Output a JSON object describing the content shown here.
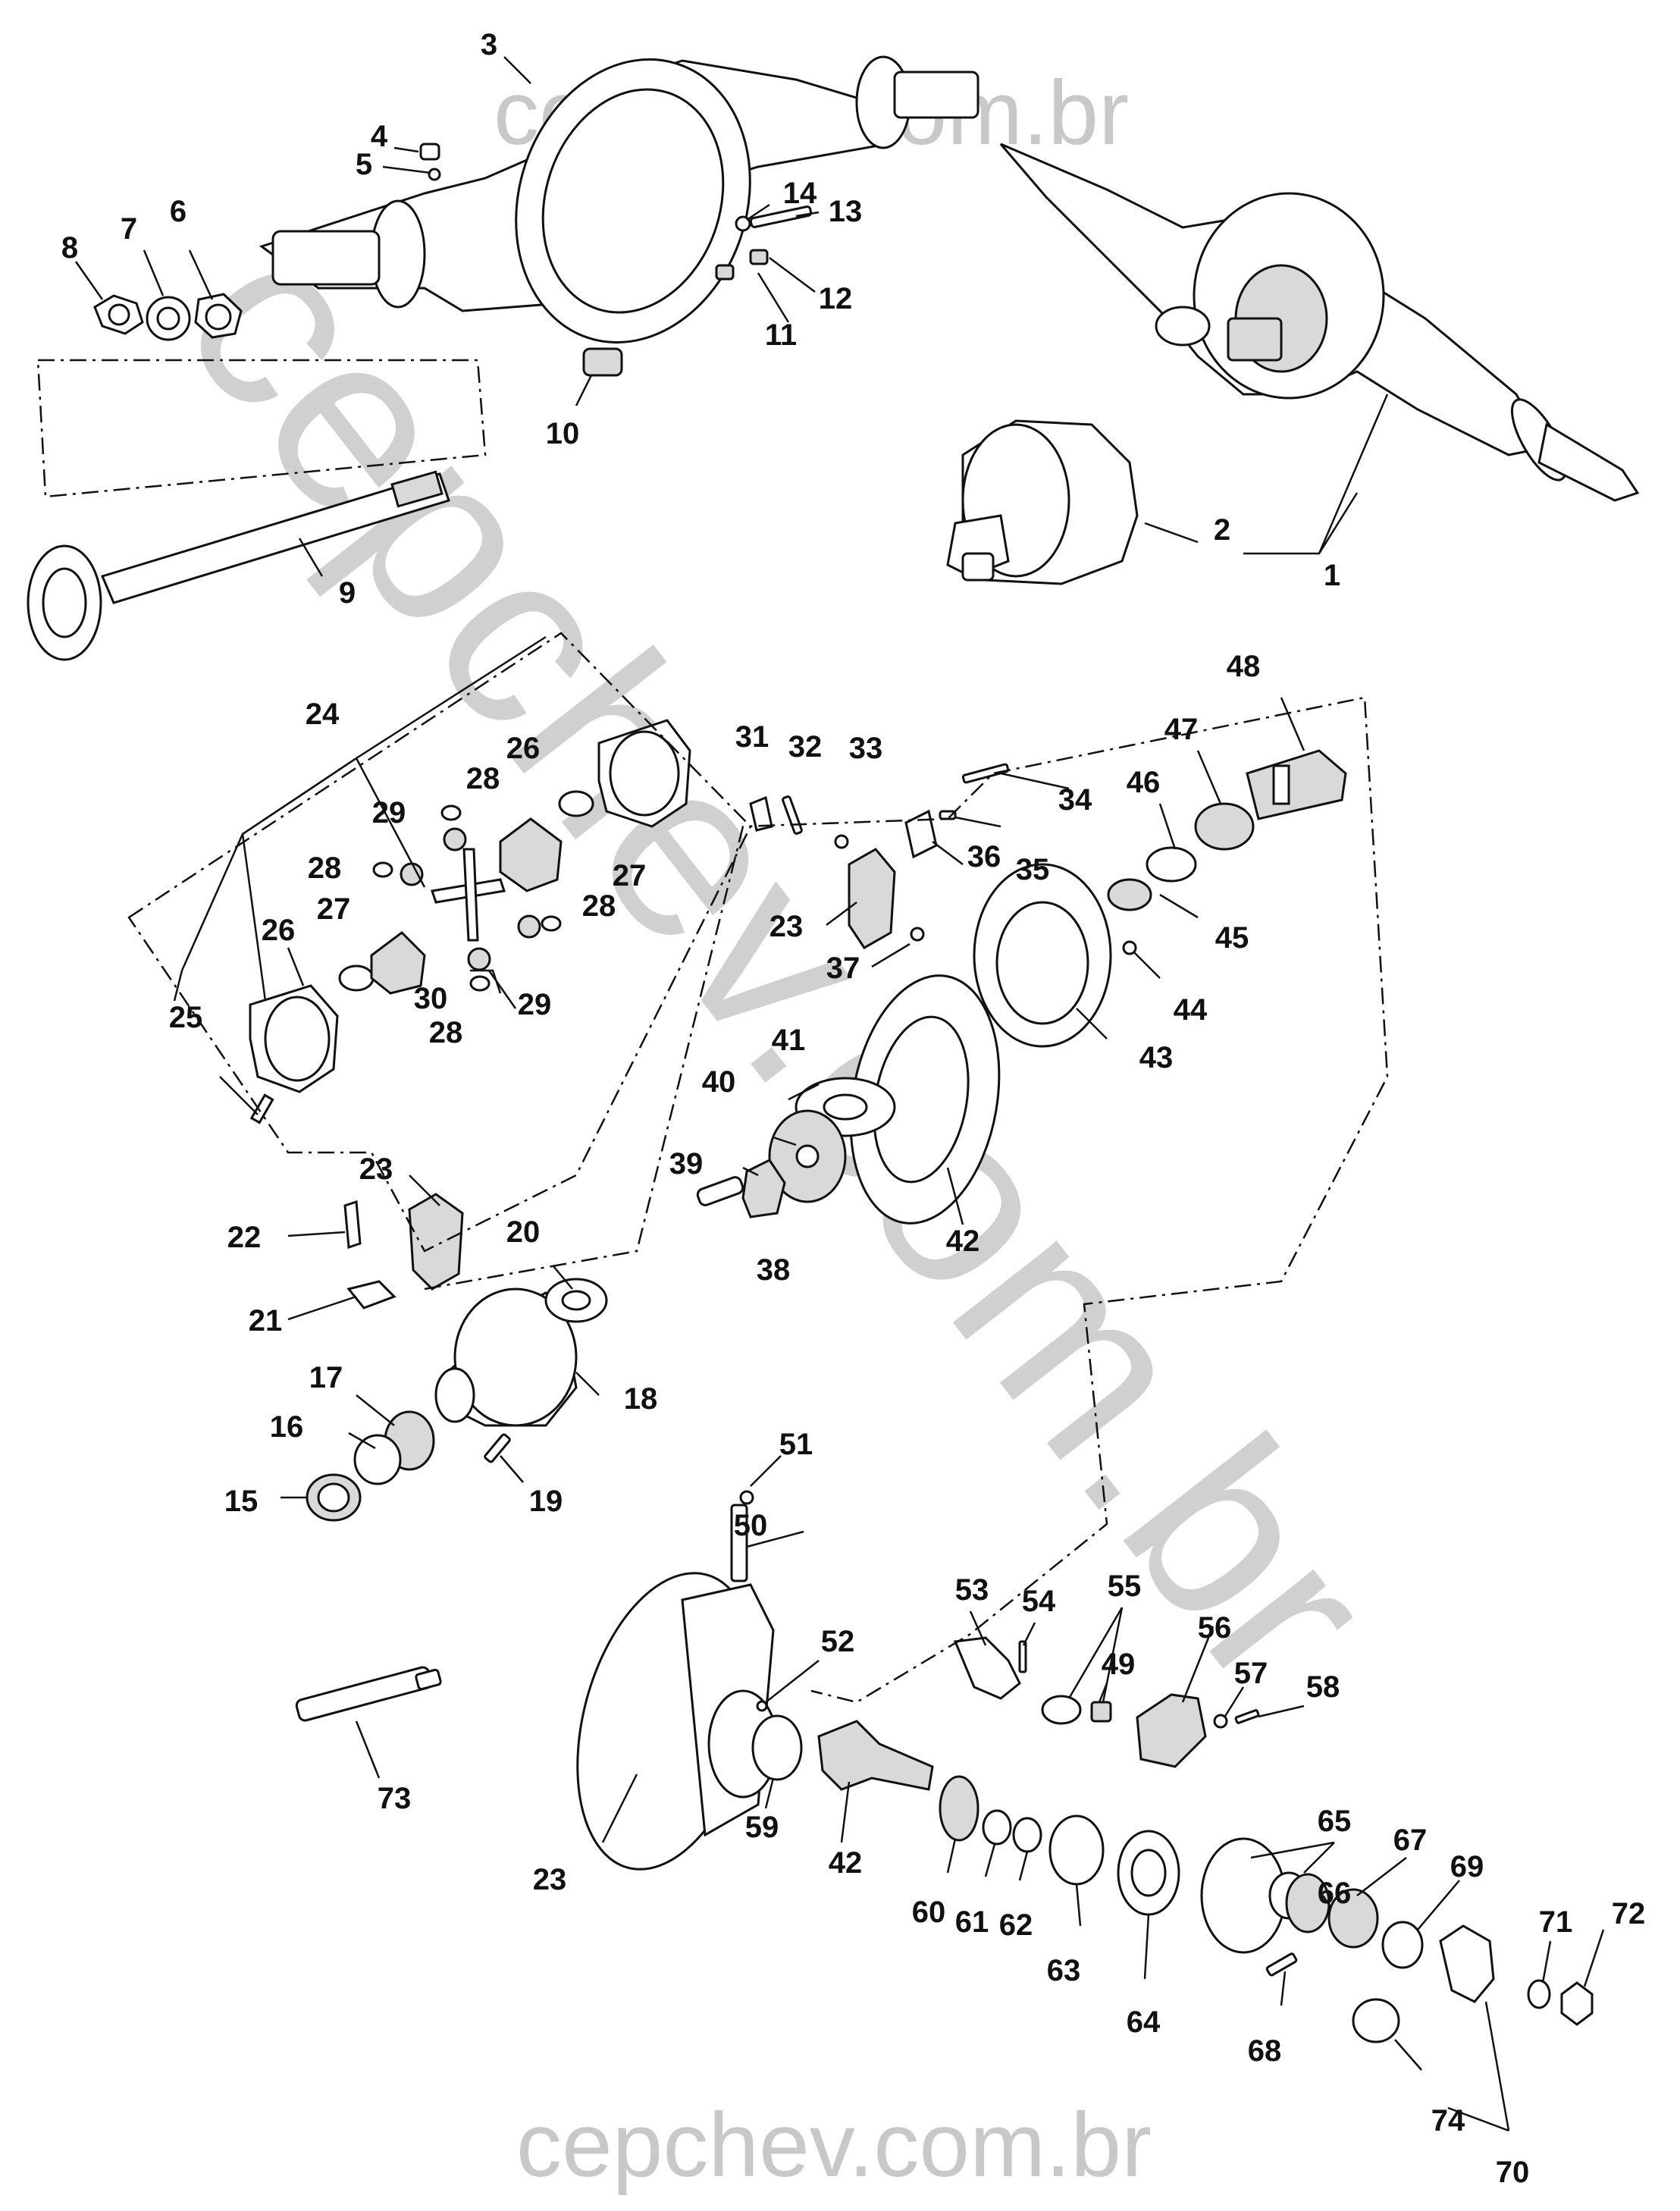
{
  "watermark": {
    "top": "cepchev.com.br",
    "bottom": "cepchev.com.br",
    "diagonal": "cepchev.com.br"
  },
  "callouts": [
    "1",
    "2",
    "3",
    "4",
    "5",
    "6",
    "7",
    "8",
    "9",
    "10",
    "11",
    "12",
    "13",
    "14",
    "15",
    "16",
    "17",
    "18",
    "19",
    "20",
    "21",
    "22",
    "23",
    "23",
    "23",
    "24",
    "25",
    "26",
    "26",
    "27",
    "27",
    "28",
    "28",
    "28",
    "28",
    "29",
    "29",
    "30",
    "31",
    "32",
    "33",
    "34",
    "35",
    "36",
    "37",
    "38",
    "39",
    "40",
    "41",
    "42",
    "42",
    "43",
    "44",
    "45",
    "46",
    "47",
    "48",
    "49",
    "50",
    "51",
    "52",
    "53",
    "54",
    "55",
    "56",
    "57",
    "58",
    "59",
    "60",
    "61",
    "62",
    "63",
    "64",
    "65",
    "66",
    "67",
    "68",
    "69",
    "70",
    "71",
    "72",
    "73",
    "74"
  ]
}
